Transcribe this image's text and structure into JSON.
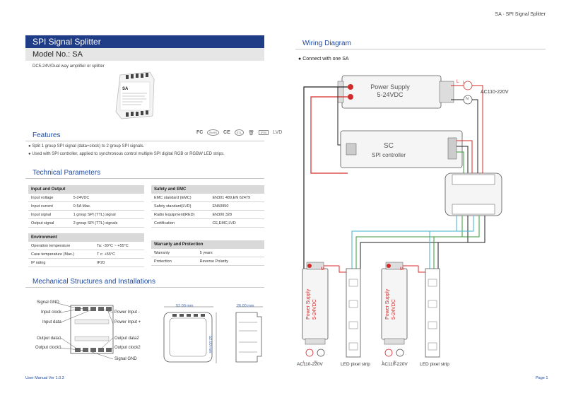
{
  "header": {
    "right": "SA · SPI Signal Splitter"
  },
  "title": "SPI Signal Splitter",
  "model": "Model No.: SA",
  "subtitle": "DC5-24V/Dual way amplifier or splitter",
  "certs": {
    "fc": "FC",
    "ce": "CE",
    "rohs": "RoHS",
    "ul": "ETL",
    "lvd": "LVD"
  },
  "features": {
    "heading": "Features",
    "items": [
      "Split 1 group SPI signal (data+clock) to 2 group SPI signals.",
      "Used with SPI controller, applied to synchronous control multiple SPI digital RGB or RGBW LED strips."
    ]
  },
  "tech": {
    "heading": "Technical Parameters",
    "io": {
      "title": "Input and Output",
      "rows": [
        [
          "Input voltage",
          "5-24VDC"
        ],
        [
          "Input current",
          "0-5A Max."
        ],
        [
          "Input signal",
          "1 group SPI (TTL) signal"
        ],
        [
          "Output signal",
          "2 group SPI (TTL) signals"
        ]
      ]
    },
    "env": {
      "title": "Environment",
      "rows": [
        [
          "Operation temperature",
          "Ta: -30°C ~ +55°C"
        ],
        [
          "Case temperature (Max.)",
          "T c: +55°C"
        ],
        [
          "IP rating",
          "IP20"
        ]
      ]
    },
    "safety": {
      "title": "Safety and EMC",
      "rows": [
        [
          "EMC standard (EMC)",
          "EN301 489,EN 62479"
        ],
        [
          "Safety standard(LVD)",
          "EN50950"
        ],
        [
          "Radio Equipment(RED)",
          "EN300 328"
        ],
        [
          "Certification",
          "CE,EMC,LVD"
        ]
      ]
    },
    "warranty": {
      "title": "Warranty and Protection",
      "rows": [
        [
          "Warranty",
          "5 years"
        ],
        [
          "Protection",
          "Reverse Polarity"
        ]
      ]
    }
  },
  "mech": {
    "heading": "Mechanical Structures and Installations",
    "left_labels": [
      "Signal GND",
      "Input clock",
      "Input data",
      "Output data1",
      "Output clock1"
    ],
    "right_labels": [
      "Power Input -",
      "Power Input +",
      "Output data2",
      "Output clock2",
      "Signal GND"
    ],
    "dim_w": "52.00 mm",
    "dim_h": "52.00 mm",
    "dim_d": "26.00 mm"
  },
  "wiring": {
    "heading": "Wiring Diagram",
    "sub": "Connect with one SA",
    "ps_top": [
      "Power Supply",
      "5-24VDC"
    ],
    "ac_top": "AC110-220V",
    "sc": [
      "SC",
      "SPI controller"
    ],
    "ps_v": [
      "Power Supply",
      "5-24VDC"
    ],
    "bottom_labels": [
      "AC110-220V",
      "LED pixel strip",
      "AC110-220V",
      "LED pixel strip"
    ],
    "l": "L",
    "n": "N",
    "m": "M"
  },
  "footer": {
    "left": "User Manual Ver 1.0.3",
    "right": "Page 1"
  },
  "colors": {
    "brand": "#1f3c86",
    "accent_text": "#1f4aa0",
    "wire_red": "#d42a2a",
    "wire_green": "#3a9a3a",
    "wire_cyan": "#3fb5c8"
  }
}
